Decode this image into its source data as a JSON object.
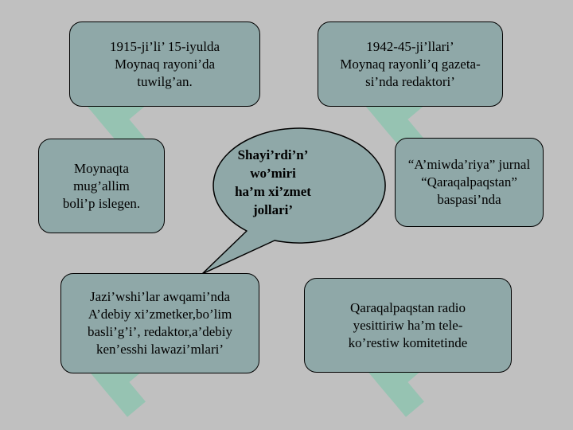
{
  "colors": {
    "background": "#c0c0c0",
    "box_fill": "#8fa8a8",
    "watermark": "#2ecc8f"
  },
  "center": {
    "text": "Shayi’rdi’n’\nwo’miri\nha’m xi’zmet\njollari’"
  },
  "boxes": {
    "birth": "1915-ji’li’ 15-iyulda\nMoynaq rayoni’da\ntuwilg’an.",
    "editor": "1942-45-ji’llari’\nMoynaq rayonli’q gazeta-\nsi’nda redaktori’",
    "teacher": "Moynaqta\nmug’allim\nboli’p islegen.",
    "journal": "“A’miwda’riya” jurnal\n“Qaraqalpaqstan”\nbaspasi’nda",
    "writers": "Jazi’wshi’lar awqami’nda\nA’debiy xi’zmetker,bo’lim\nbasli’g’i’, redaktor,a’debiy\nken’esshi lawazi’mlari’",
    "radio": "Qaraqalpaqstan radio\nyesittiriw ha’m tele-\nko’restiw komitetinde"
  }
}
